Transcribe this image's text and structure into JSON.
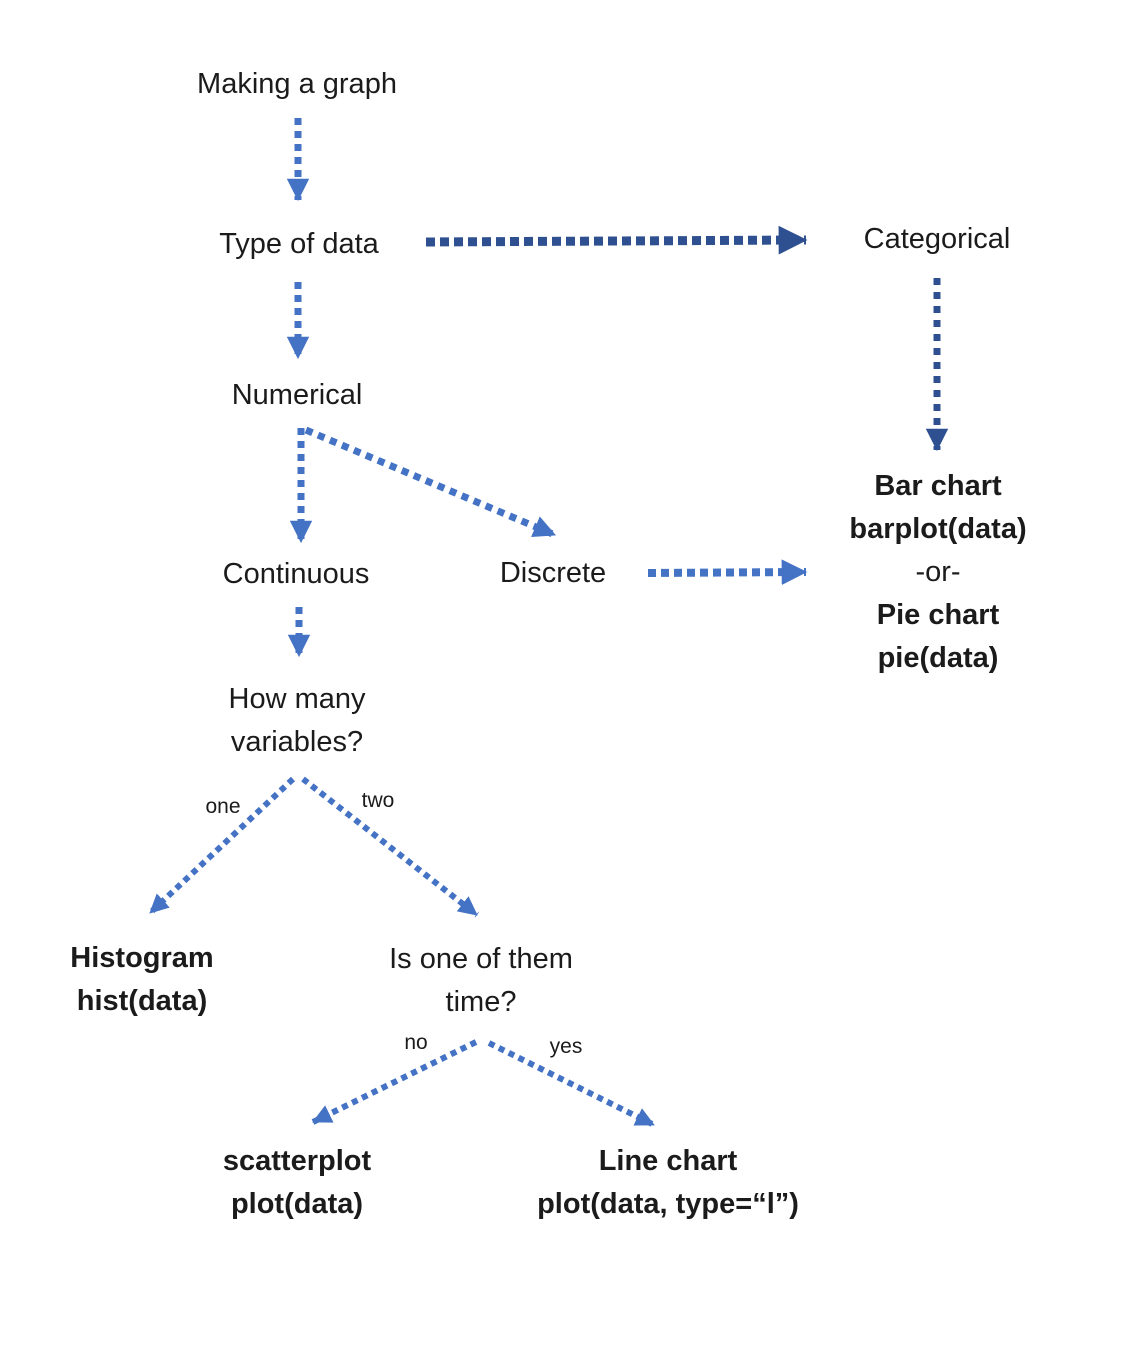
{
  "diagram": {
    "nodes": {
      "root": "Making a graph",
      "type_of_data": "Type of data",
      "categorical": "Categorical",
      "numerical": "Numerical",
      "continuous": "Continuous",
      "discrete": "Discrete",
      "bar_pie": {
        "line1": "Bar chart",
        "line2": "barplot(data)",
        "line3": "-or-",
        "line4": "Pie chart",
        "line5": "pie(data)"
      },
      "how_many_variables": {
        "line1": "How many",
        "line2": "variables?"
      },
      "histogram": {
        "line1": "Histogram",
        "line2": "hist(data)"
      },
      "is_one_of_them_time": {
        "line1": "Is one of them",
        "line2": "time?"
      },
      "scatterplot": {
        "line1": "scatterplot",
        "line2": "plot(data)"
      },
      "line_chart": {
        "line1": "Line chart",
        "line2": "plot(data, type=“l”)"
      }
    },
    "edge_labels": {
      "one": "one",
      "two": "two",
      "no": "no",
      "yes": "yes"
    },
    "colors": {
      "arrow_primary": "#4472C4",
      "arrow_dark": "#2F5090",
      "text": "#1b1b1b",
      "background": "#ffffff"
    }
  }
}
